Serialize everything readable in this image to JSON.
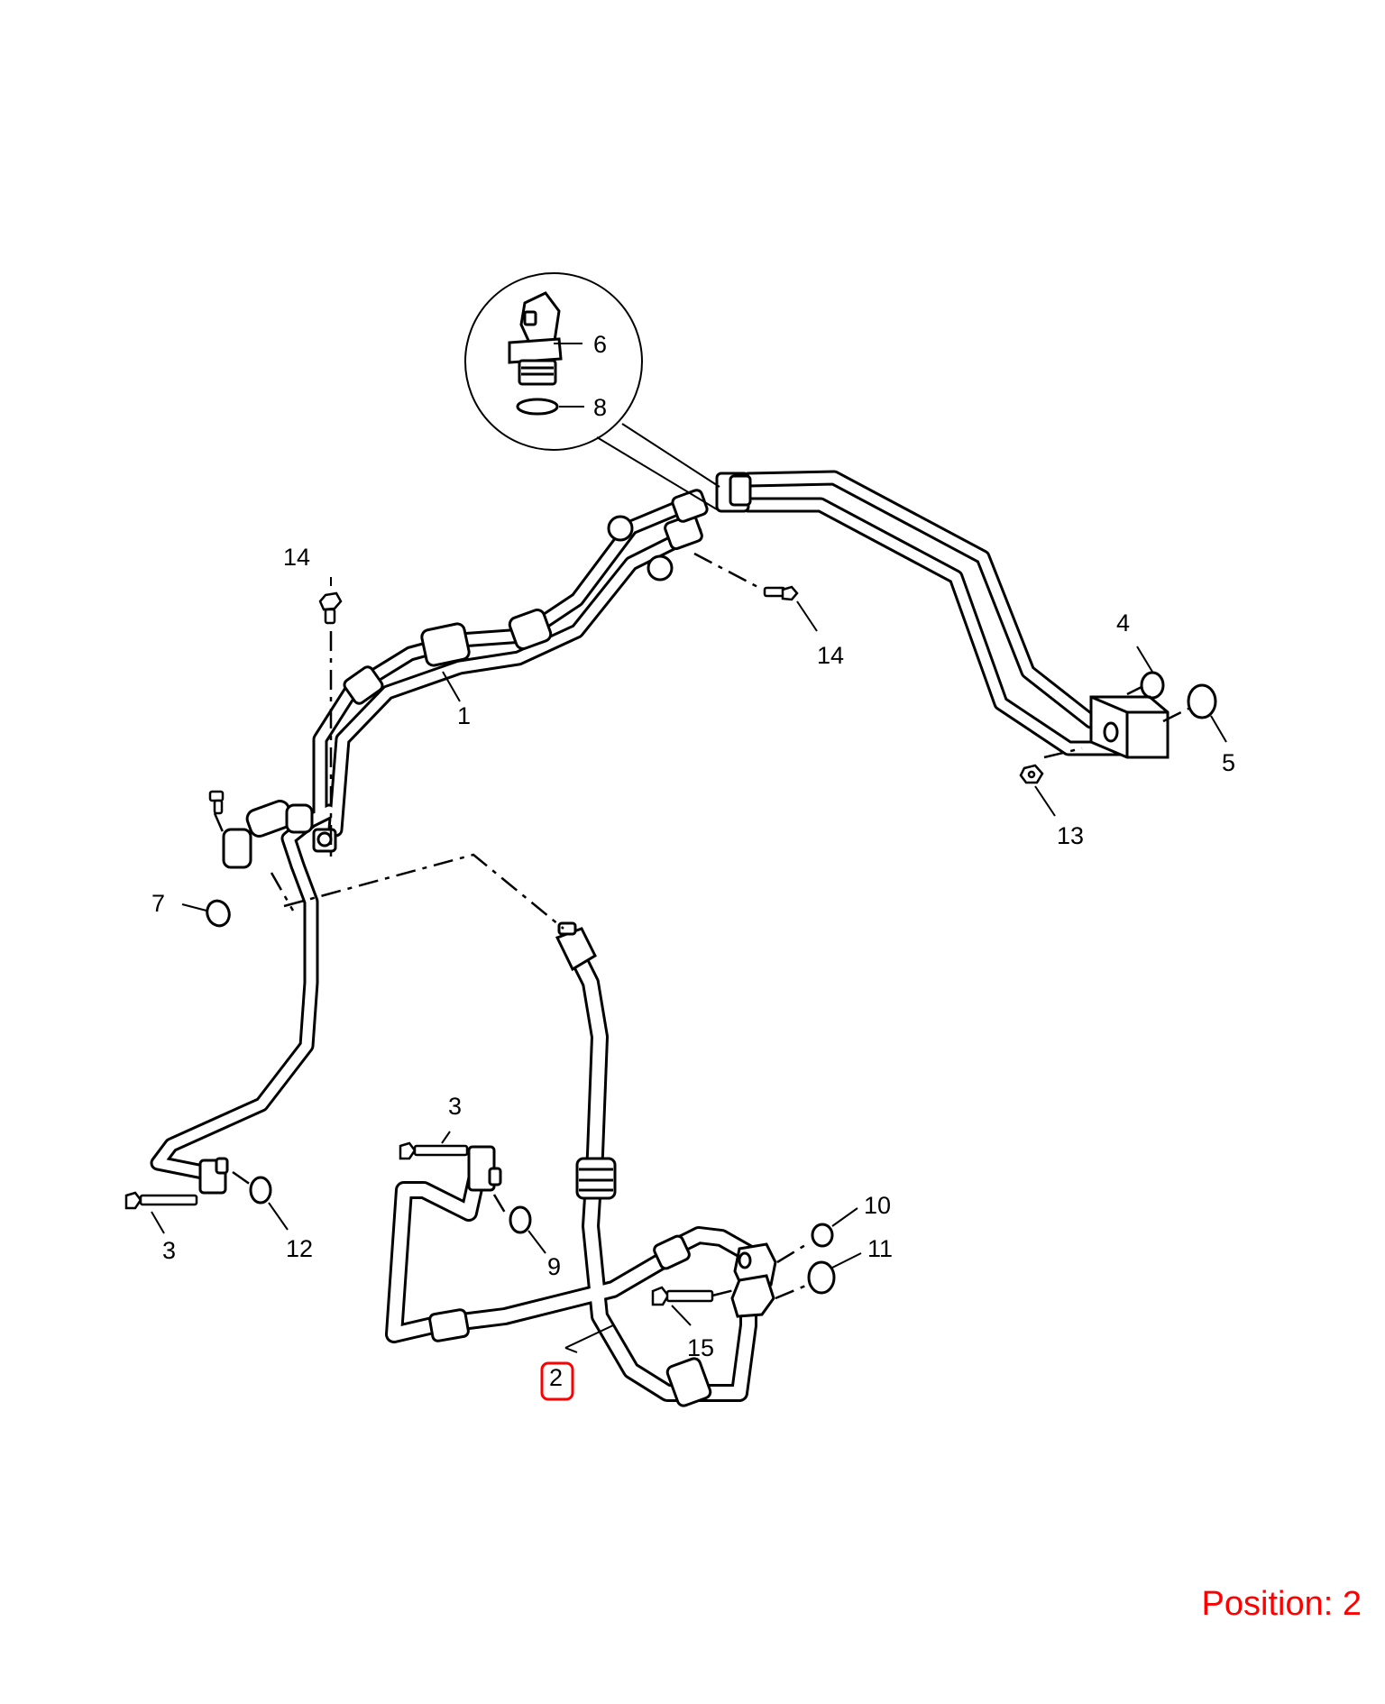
{
  "callouts": {
    "p1": "1",
    "p2": "2",
    "p3a": "3",
    "p3b": "3",
    "p4": "4",
    "p5": "5",
    "p6": "6",
    "p7": "7",
    "p8": "8",
    "p9": "9",
    "p10": "10",
    "p11": "11",
    "p12": "12",
    "p13": "13",
    "p14a": "14",
    "p14b": "14",
    "p15": "15"
  },
  "highlighted_part": "2",
  "position_label": "Position: 2",
  "colors": {
    "line": "#000000",
    "highlight": "#ff0000",
    "background": "#ffffff"
  }
}
